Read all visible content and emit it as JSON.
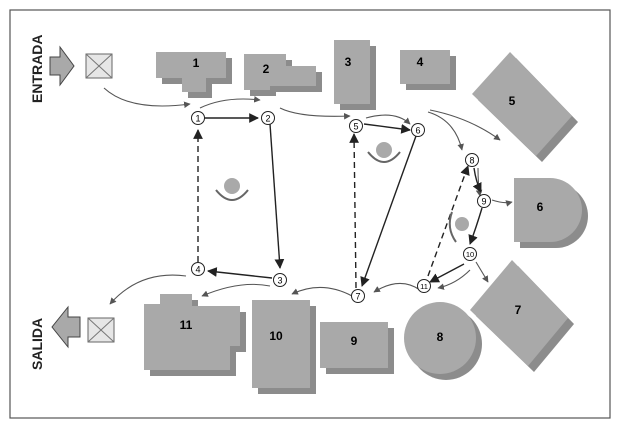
{
  "labels": {
    "entrance": "ENTRADA",
    "exit": "SALIDA"
  },
  "colors": {
    "shape_fill": "#a9a9a9",
    "shadow_fill": "#8c8c8c",
    "line": "#333333",
    "border": "#555555"
  },
  "stations": [
    {
      "id": "s1",
      "label": "1"
    },
    {
      "id": "s2",
      "label": "2"
    },
    {
      "id": "s3",
      "label": "3"
    },
    {
      "id": "s4",
      "label": "4"
    },
    {
      "id": "s5",
      "label": "5"
    },
    {
      "id": "s6",
      "label": "6"
    },
    {
      "id": "s7",
      "label": "7"
    },
    {
      "id": "s8",
      "label": "8"
    },
    {
      "id": "s9",
      "label": "9"
    },
    {
      "id": "s10",
      "label": "10"
    },
    {
      "id": "s11",
      "label": "11"
    }
  ],
  "nodes": [
    {
      "id": "n1",
      "label": "1"
    },
    {
      "id": "n2",
      "label": "2"
    },
    {
      "id": "n3",
      "label": "3"
    },
    {
      "id": "n4",
      "label": "4"
    },
    {
      "id": "n5",
      "label": "5"
    },
    {
      "id": "n6",
      "label": "6"
    },
    {
      "id": "n7",
      "label": "7"
    },
    {
      "id": "n8",
      "label": "8"
    },
    {
      "id": "n9",
      "label": "9"
    },
    {
      "id": "n10",
      "label": "10"
    },
    {
      "id": "n11",
      "label": "11"
    }
  ],
  "operator_icons": [
    "operator-icon-left",
    "operator-icon-middle",
    "operator-icon-right"
  ]
}
